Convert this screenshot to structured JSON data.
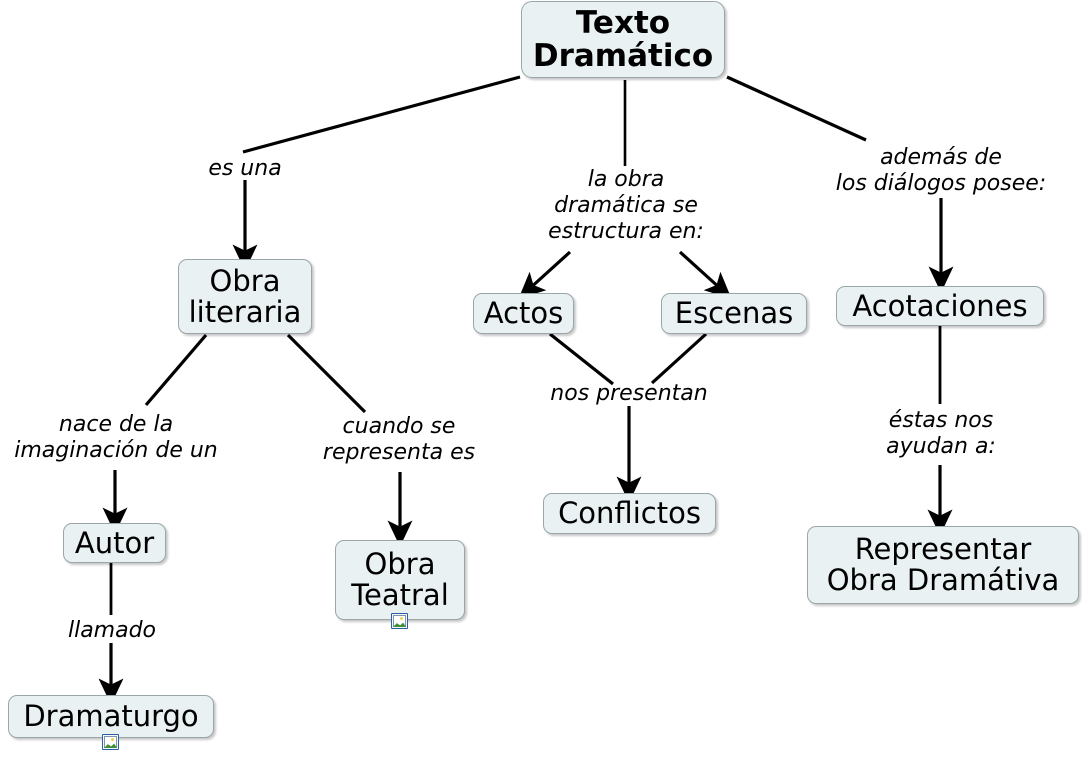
{
  "diagram": {
    "title": "Texto Dramático",
    "type": "concept-map",
    "language": "es",
    "background_color": "#ffffff",
    "node_fill_color": "#eaf1f3",
    "node_border_color": "#9aa6aa",
    "edge_color": "#000000",
    "text_color": "#000000"
  },
  "nodes": [
    {
      "id": "texto-dramatico",
      "label": "Texto\nDramático",
      "bold": true
    },
    {
      "id": "obra-literaria",
      "label": "Obra\nliteraria",
      "bold": false
    },
    {
      "id": "actos",
      "label": "Actos",
      "bold": false
    },
    {
      "id": "escenas",
      "label": "Escenas",
      "bold": false
    },
    {
      "id": "acotaciones",
      "label": "Acotaciones",
      "bold": false
    },
    {
      "id": "autor",
      "label": "Autor",
      "bold": false
    },
    {
      "id": "obra-teatral",
      "label": "Obra\nTeatral",
      "bold": false,
      "badge": "image-icon"
    },
    {
      "id": "conflictos",
      "label": "Conflictos",
      "bold": false
    },
    {
      "id": "representar",
      "label": "Representar\nObra Dramátiva",
      "bold": false
    },
    {
      "id": "dramaturgo",
      "label": "Dramaturgo",
      "bold": false,
      "badge": "image-icon"
    }
  ],
  "edges": [
    {
      "id": "e1",
      "from": "texto-dramatico",
      "to": "obra-literaria",
      "label": "es una"
    },
    {
      "id": "e2",
      "from": "texto-dramatico",
      "to": "actos",
      "label": "la obra\ndramática se\nestructura en:"
    },
    {
      "id": "e3",
      "from": "texto-dramatico",
      "to": "escenas",
      "label": "la obra\ndramática se\nestructura en:"
    },
    {
      "id": "e4",
      "from": "texto-dramatico",
      "to": "acotaciones",
      "label": "además de\nlos diálogos posee:"
    },
    {
      "id": "e5",
      "from": "obra-literaria",
      "to": "autor",
      "label": "nace de la\nimaginación de un"
    },
    {
      "id": "e6",
      "from": "obra-literaria",
      "to": "obra-teatral",
      "label": "cuando se\nrepresenta es"
    },
    {
      "id": "e7",
      "from": "actos",
      "to": "conflictos",
      "label": "nos presentan"
    },
    {
      "id": "e8",
      "from": "escenas",
      "to": "conflictos",
      "label": "nos presentan"
    },
    {
      "id": "e9",
      "from": "acotaciones",
      "to": "representar",
      "label": "éstas nos\nayudan a:"
    },
    {
      "id": "e10",
      "from": "autor",
      "to": "dramaturgo",
      "label": "llamado"
    }
  ],
  "labels": {
    "es_una": "es una",
    "la_obra": "la obra\ndramática se\nestructura en:",
    "ademas_de": "además de\nlos diálogos posee:",
    "nace_de_la": "nace de la\nimaginación de un",
    "cuando_se": "cuando se\nrepresenta es",
    "nos_presentan": "nos presentan",
    "estas_nos": "éstas nos\nayudan a:",
    "llamado": "llamado"
  }
}
